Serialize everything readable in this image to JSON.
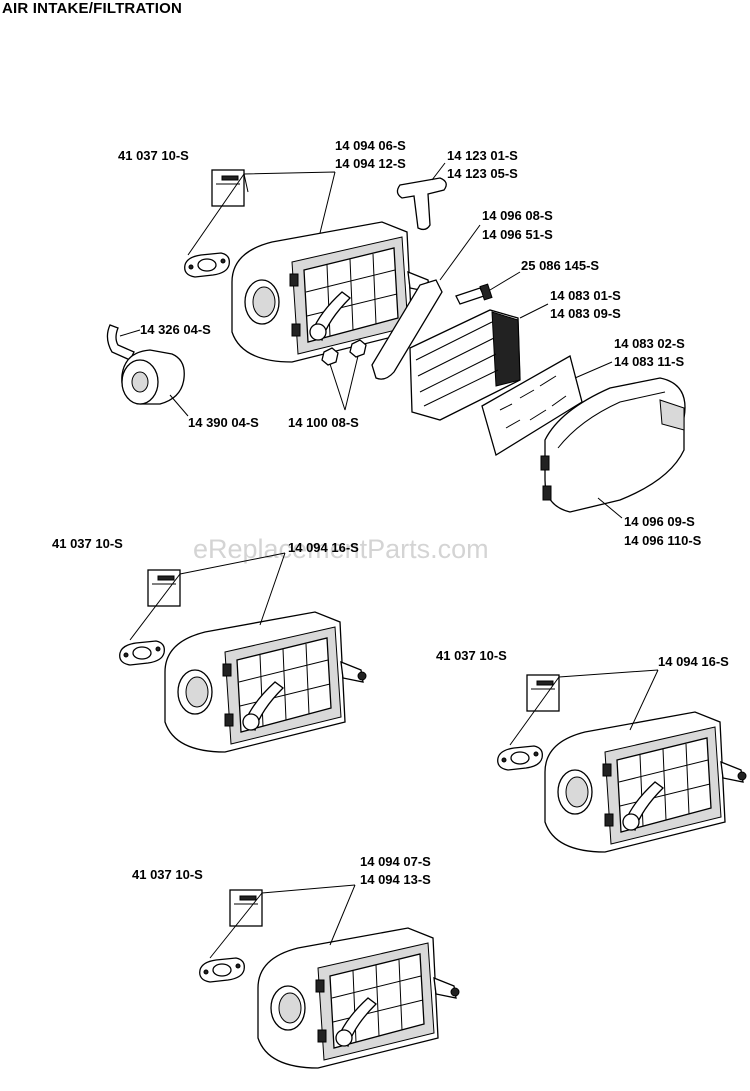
{
  "title": "AIR INTAKE/FILTRATION",
  "watermark": "eReplacementParts.com",
  "labels": {
    "a1": "41 037 10-S",
    "a2a": "14 094 06-S",
    "a2b": "14 094 12-S",
    "a3a": "14 123 01-S",
    "a3b": "14 123 05-S",
    "a4a": "14 096 08-S",
    "a4b": "14 096 51-S",
    "a5": "25 086 145-S",
    "a6a": "14 083 01-S",
    "a6b": "14 083 09-S",
    "a7": "14 326 04-S",
    "a8a": "14 083 02-S",
    "a8b": "14 083 11-S",
    "a9": "14 390 04-S",
    "a10": "14 100 08-S",
    "a11a": "14 096 09-S",
    "a11b": "14 096 110-S",
    "b1": "41 037 10-S",
    "b2": "14 094 16-S",
    "c1": "41 037 10-S",
    "c2": "14 094 16-S",
    "d1": "41 037 10-S",
    "d2a": "14 094 07-S",
    "d2b": "14 094 13-S"
  }
}
